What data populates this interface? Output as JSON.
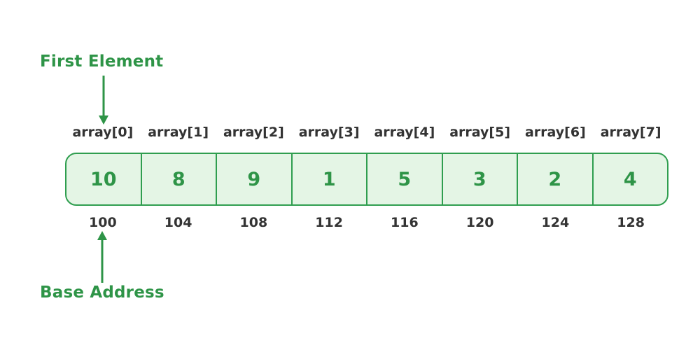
{
  "labels": {
    "first_element": "First Element",
    "base_address": "Base Address"
  },
  "array": {
    "indices": [
      "array[0]",
      "array[1]",
      "array[2]",
      "array[3]",
      "array[4]",
      "array[5]",
      "array[6]",
      "array[7]"
    ],
    "values": [
      "10",
      "8",
      "9",
      "1",
      "5",
      "3",
      "2",
      "4"
    ],
    "addresses": [
      "100",
      "104",
      "108",
      "112",
      "116",
      "120",
      "124",
      "128"
    ]
  },
  "icons": {
    "down_arrow": "arrow pointing down from First Element to array[0]",
    "up_arrow": "arrow pointing up from Base Address to address 100"
  },
  "colors": {
    "accent_green": "#2e9447",
    "border_green": "#2f9e4f",
    "cell_fill": "#e4f5e5",
    "text_dark": "#333333",
    "background": "#ffffff"
  }
}
